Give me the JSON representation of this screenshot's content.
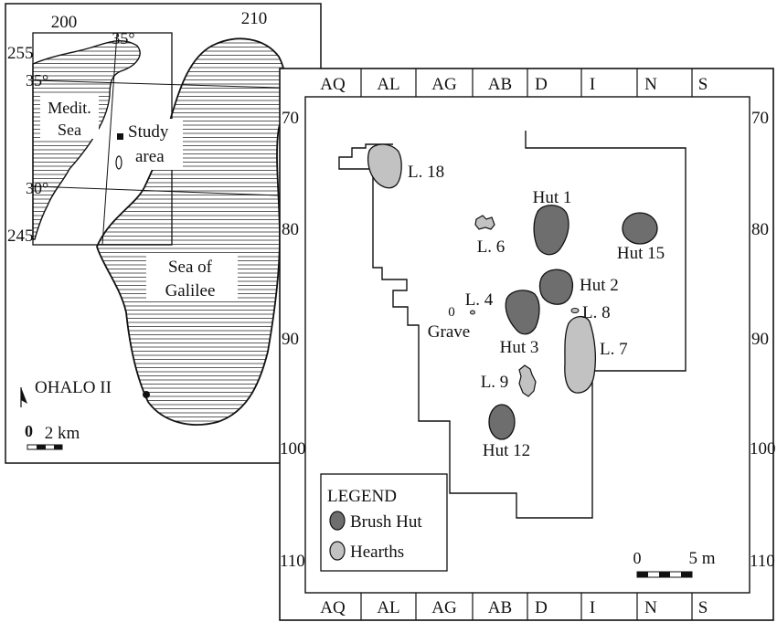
{
  "inset": {
    "top_ticks": [
      "200",
      "210"
    ],
    "left_ticks": [
      "255",
      "245"
    ],
    "inner_top_label": "35°",
    "lat_labels": [
      "35°",
      "30°"
    ],
    "sea_label": [
      "Medit.",
      "Sea"
    ],
    "study_label": [
      "Study",
      "area"
    ],
    "lake_label": [
      "Sea of",
      "Galilee"
    ],
    "site_label": "OHALO II",
    "scale_zero": "0",
    "scale_label": "2 km"
  },
  "plan": {
    "col_labels": [
      "AQ",
      "AL",
      "AG",
      "AB",
      "D",
      "I",
      "N",
      "S"
    ],
    "row_labels": [
      "70",
      "80",
      "90",
      "100",
      "110"
    ],
    "features": {
      "l18": "L. 18",
      "hut1": "Hut 1",
      "l6": "L. 6",
      "hut15": "Hut 15",
      "hut2": "Hut 2",
      "l4": "L. 4",
      "l8": "L. 8",
      "grave_num": "0",
      "grave": "Grave",
      "hut3": "Hut 3",
      "l7": "L. 7",
      "l9": "L. 9",
      "hut12": "Hut 12"
    },
    "legend": {
      "title": "LEGEND",
      "items": [
        {
          "label": "Brush Hut",
          "color": "#6e6e6e"
        },
        {
          "label": "Hearths",
          "color": "#c2c2c2"
        }
      ]
    },
    "scale": {
      "zero": "0",
      "label": "5 m"
    }
  }
}
